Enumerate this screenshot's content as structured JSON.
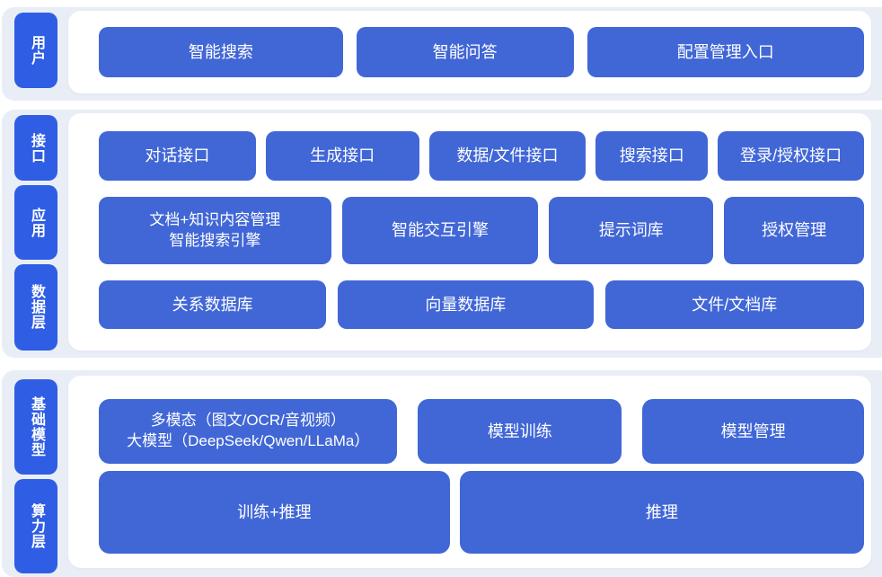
{
  "diagram": {
    "colors": {
      "page_bg": "#ffffff",
      "band_bg": "#e9eef6",
      "panel_bg": "#ffffff",
      "label_bg": "#2f5ee4",
      "box_bg": "#4167d6",
      "box_text": "#ffffff"
    },
    "sections": [
      {
        "side_labels": [
          "用户"
        ],
        "rows": [
          {
            "buttons": [
              {
                "label": "智能搜索"
              },
              {
                "label": "智能问答"
              },
              {
                "label": "配置管理入口"
              }
            ]
          }
        ]
      },
      {
        "side_labels": [
          "接口",
          "应用",
          "数据层"
        ],
        "rows": [
          {
            "buttons": [
              {
                "label": "对话接口"
              },
              {
                "label": "生成接口"
              },
              {
                "label": "数据/文件接口"
              },
              {
                "label": "搜索接口"
              },
              {
                "label": "登录/授权接口"
              }
            ]
          },
          {
            "buttons": [
              {
                "line1": "文档+知识内容管理",
                "line2": "智能搜索引擎"
              },
              {
                "label": "智能交互引擎"
              },
              {
                "label": "提示词库"
              },
              {
                "label": "授权管理"
              }
            ]
          },
          {
            "buttons": [
              {
                "label": "关系数据库"
              },
              {
                "label": "向量数据库"
              },
              {
                "label": "文件/文档库"
              }
            ]
          }
        ]
      },
      {
        "side_labels": [
          "基础模型",
          "算力层"
        ],
        "rows": [
          {
            "buttons": [
              {
                "line1": "多模态（图文/OCR/音视频）",
                "line2": "大模型（DeepSeek/Qwen/LLaMa）"
              },
              {
                "label": "模型训练"
              },
              {
                "label": "模型管理"
              }
            ]
          },
          {
            "buttons": [
              {
                "label": "训练+推理"
              },
              {
                "label": "推理"
              }
            ]
          }
        ]
      }
    ]
  }
}
